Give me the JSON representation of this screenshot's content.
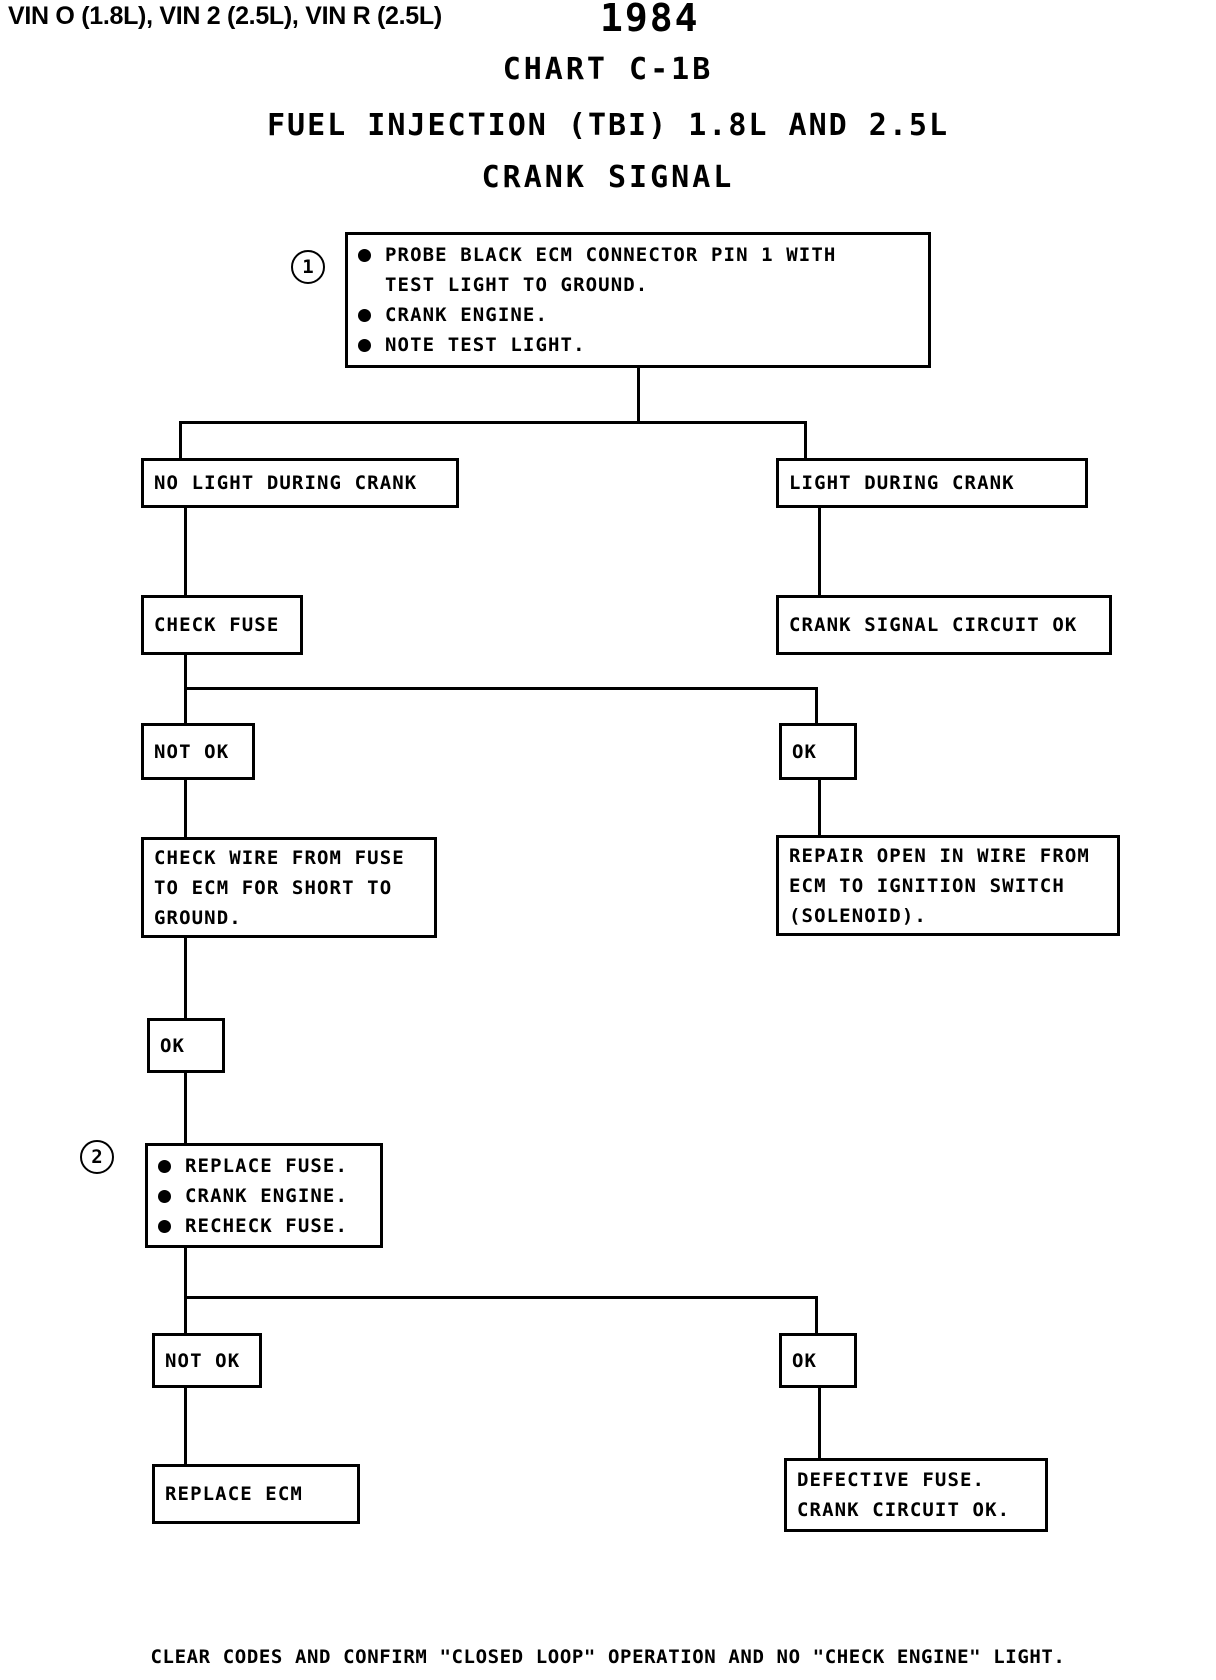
{
  "header": {
    "vin_line": "VIN O (1.8L), VIN 2 (2.5L), VIN R (2.5L)",
    "year": "1984",
    "title_line_1": "CHART C-1B",
    "title_line_2": "FUEL INJECTION (TBI) 1.8L AND 2.5L",
    "title_line_3": "CRANK SIGNAL"
  },
  "steps": {
    "one": "1",
    "two": "2"
  },
  "nodes": {
    "step1": {
      "bullets": [
        "PROBE BLACK ECM CONNECTOR PIN 1 WITH",
        "CRANK ENGINE.",
        "NOTE TEST LIGHT."
      ],
      "bullet1_cont": "TEST LIGHT TO GROUND."
    },
    "no_light": "NO LIGHT DURING CRANK",
    "light": "LIGHT DURING CRANK",
    "check_fuse": "CHECK FUSE",
    "crank_ok": "CRANK SIGNAL CIRCUIT OK",
    "not_ok_1": "NOT OK",
    "ok_1": "OK",
    "check_wire": {
      "line1": "CHECK WIRE FROM FUSE",
      "line2": "TO ECM FOR SHORT TO",
      "line3": "GROUND."
    },
    "repair_open": {
      "line1": "REPAIR OPEN IN WIRE FROM",
      "line2": "ECM TO IGNITION SWITCH",
      "line3": "(SOLENOID)."
    },
    "ok_2": "OK",
    "step2": {
      "bullets": [
        "REPLACE FUSE.",
        "CRANK ENGINE.",
        "RECHECK FUSE."
      ]
    },
    "not_ok_3": "NOT OK",
    "ok_3": "OK",
    "replace_ecm": "REPLACE ECM",
    "defective_fuse": {
      "line1": "DEFECTIVE FUSE.",
      "line2": "CRANK CIRCUIT OK."
    }
  },
  "footer": {
    "note": "CLEAR CODES AND CONFIRM \"CLOSED LOOP\" OPERATION AND NO \"CHECK ENGINE\" LIGHT."
  }
}
